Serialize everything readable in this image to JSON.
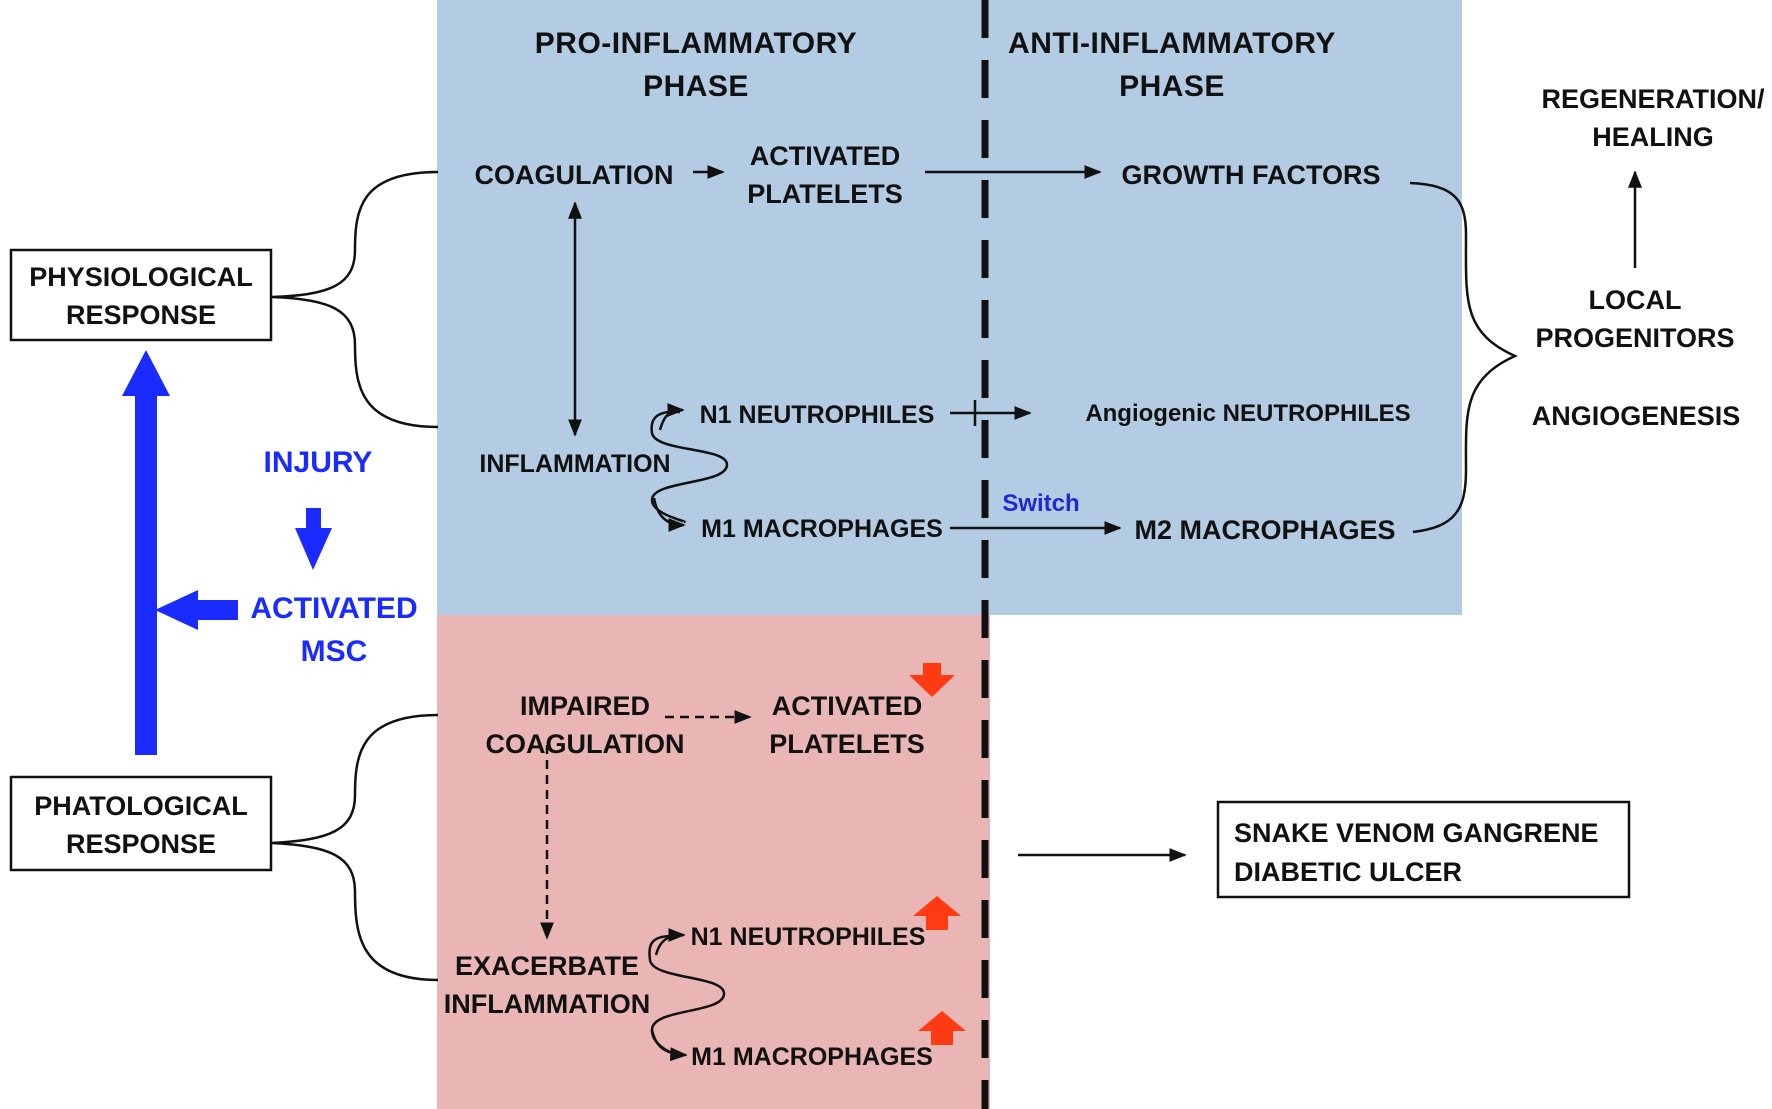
{
  "colors": {
    "pro_anti_panel": "#b3cbe3",
    "pathological_panel": "#eab5b5",
    "injury_blue": "#1a2bff",
    "switch_blue": "#1f2ad6",
    "alert_red": "#ff3b14"
  },
  "headers": {
    "pro_line1": "PRO-INFLAMMATORY",
    "pro_line2": "PHASE",
    "anti_line1": "ANTI-INFLAMMATORY",
    "anti_line2": "PHASE"
  },
  "left": {
    "physio_line1": "PHYSIOLOGICAL",
    "physio_line2": "RESPONSE",
    "patho_line1": "PHATOLOGICAL",
    "patho_line2": "RESPONSE",
    "injury": "INJURY",
    "msc_line1": "ACTIVATED",
    "msc_line2": "MSC"
  },
  "physiological": {
    "coagulation": "COAGULATION",
    "platelets_line1": "ACTIVATED",
    "platelets_line2": "PLATELETS",
    "growth_factors": "GROWTH FACTORS",
    "inflammation": "INFLAMMATION",
    "n1": "N1 NEUTROPHILES",
    "m1": "M1 MACROPHAGES",
    "angiogenic": "Angiogenic NEUTROPHILES",
    "switch": "Switch",
    "m2": "M2 MACROPHAGES"
  },
  "outcomes": {
    "regen_line1": "REGENERATION/",
    "regen_line2": "HEALING",
    "local_line1": "LOCAL",
    "local_line2": "PROGENITORS",
    "angiogenesis": "ANGIOGENESIS"
  },
  "pathological": {
    "impaired_line1": "IMPAIRED",
    "impaired_line2": "COAGULATION",
    "platelets_line1": "ACTIVATED",
    "platelets_line2": "PLATELETS",
    "n1": "N1 NEUTROPHILES",
    "exacerbate_line1": "EXACERBATE",
    "exacerbate_line2": "INFLAMMATION",
    "m1": "M1 MACROPHAGES",
    "result_line1": "SNAKE VENOM GANGRENE",
    "result_line2": "DIABETIC ULCER"
  }
}
